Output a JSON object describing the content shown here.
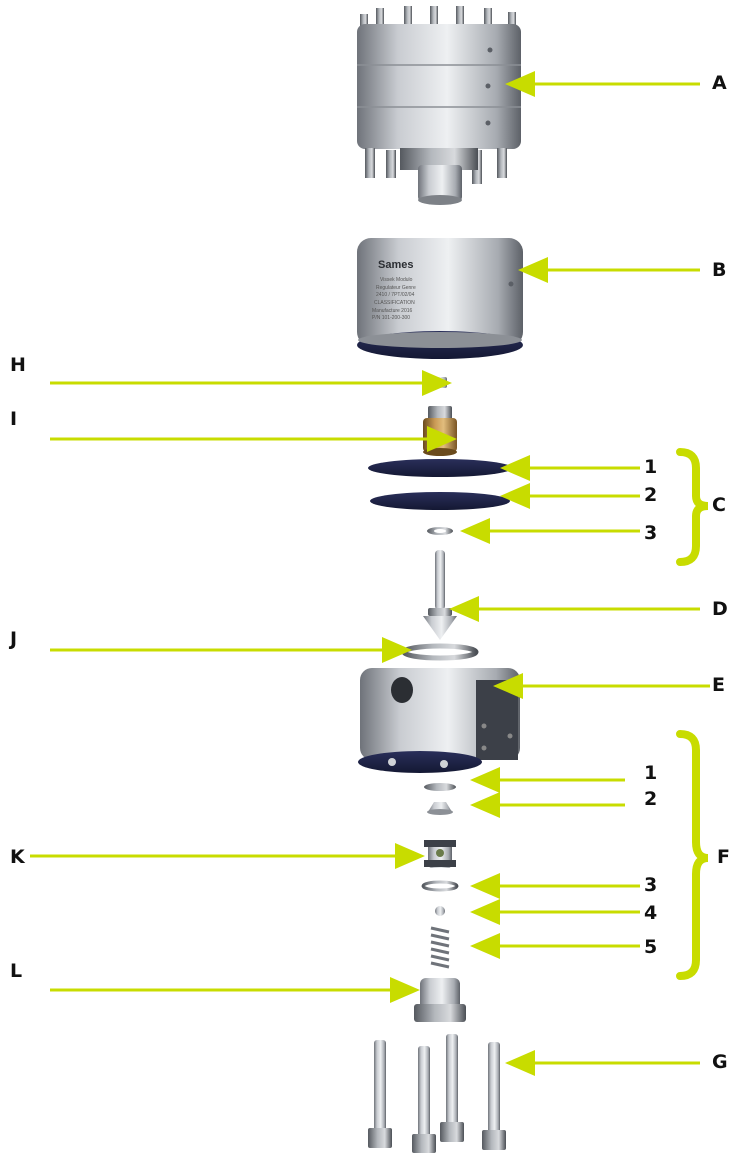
{
  "accent_color": "#c8dc00",
  "part_labels": {
    "A": "A",
    "B": "B",
    "C": "C",
    "D": "D",
    "E": "E",
    "F": "F",
    "G": "G",
    "H": "H",
    "I": "I",
    "J": "J",
    "K": "K",
    "L": "L"
  },
  "group_c_items": [
    "1",
    "2",
    "3"
  ],
  "group_f_items": [
    "1",
    "2",
    "3",
    "4",
    "5"
  ],
  "nameplate": {
    "brand": "Sames",
    "lines": [
      "Vissek Modulo",
      "Regulateur Genre",
      "2410 / 7PT/02/04",
      "CLASSIFICATION",
      "Manufacture 2016",
      "P/N 101-200-300"
    ]
  }
}
